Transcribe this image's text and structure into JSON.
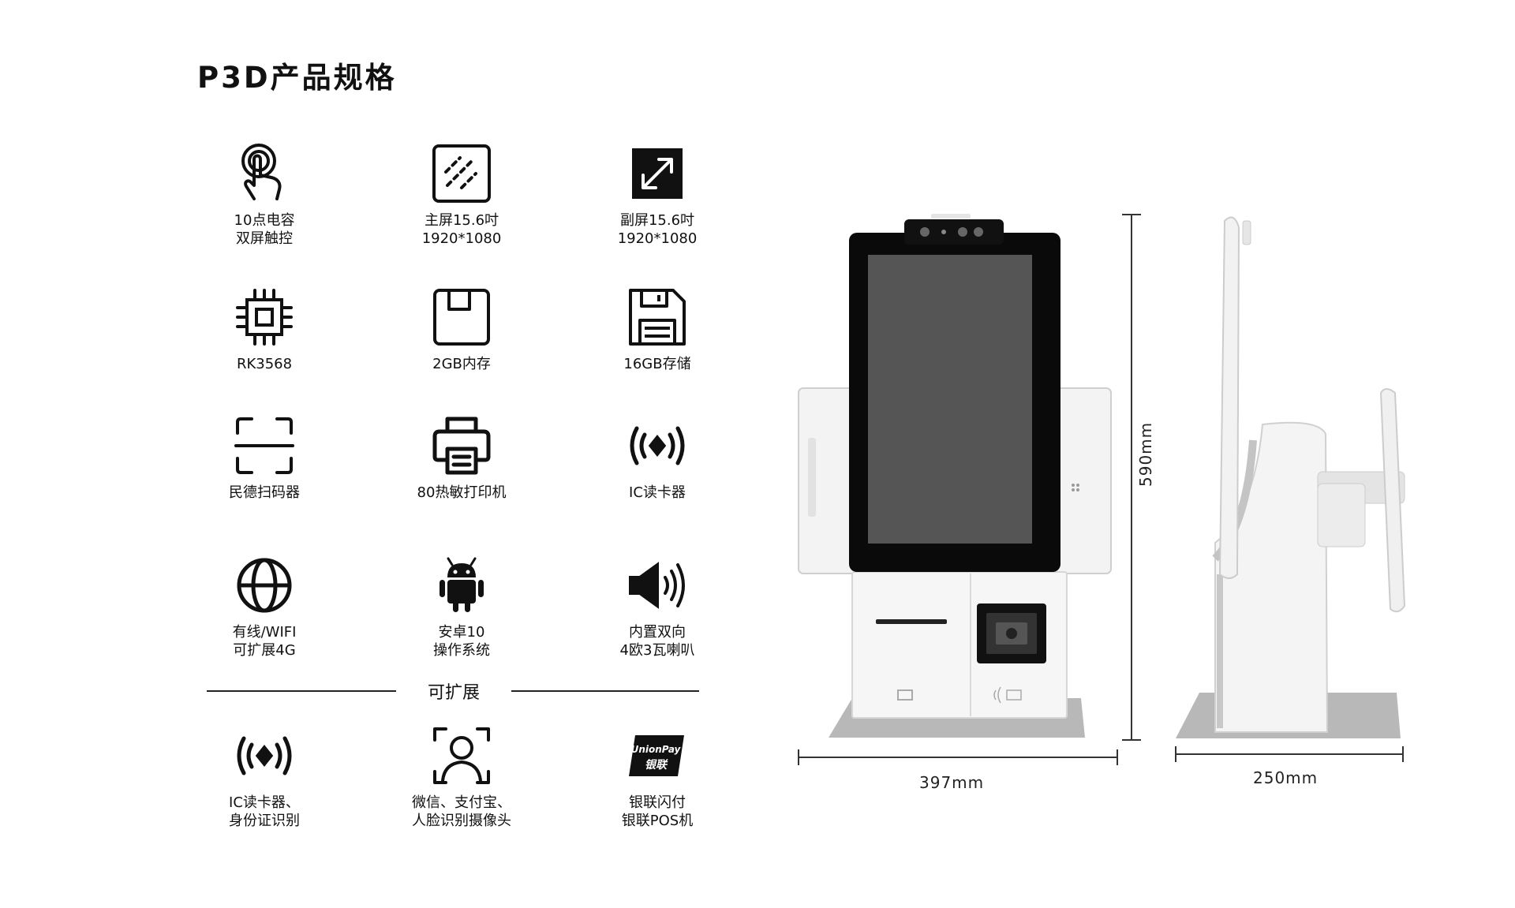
{
  "title": "P3D产品规格",
  "specs": [
    {
      "icon": "touch-icon",
      "label": "10点电容\n双屏触控"
    },
    {
      "icon": "screen-pattern-icon",
      "label": "主屏15.6吋\n1920*1080"
    },
    {
      "icon": "resize-arrow-icon",
      "label": "副屏15.6吋\n1920*1080"
    },
    {
      "icon": "cpu-chip-icon",
      "label": "RK3568"
    },
    {
      "icon": "memory-save-icon",
      "label": "2GB内存"
    },
    {
      "icon": "storage-floppy-icon",
      "label": "16GB存储"
    },
    {
      "icon": "scan-frame-icon",
      "label": "民德扫码器"
    },
    {
      "icon": "printer-icon",
      "label": "80热敏打印机"
    },
    {
      "icon": "nfc-reader-icon",
      "label": "IC读卡器"
    },
    {
      "icon": "globe-network-icon",
      "label": "有线/WIFI\n可扩展4G"
    },
    {
      "icon": "android-icon",
      "label": "安卓10\n操作系统"
    },
    {
      "icon": "speaker-icon",
      "label": "内置双向\n4欧3瓦喇叭"
    }
  ],
  "expandable": {
    "label": "可扩展",
    "items": [
      {
        "icon": "nfc-reader-icon",
        "label": "IC读卡器、\n身份证识别"
      },
      {
        "icon": "face-scan-icon",
        "label": "微信、支付宝、\n人脸识别摄像头"
      },
      {
        "icon": "unionpay-logo-icon",
        "label": "银联闪付\n银联POS机",
        "logo_text_1": "UnionPay",
        "logo_text_2": "银联"
      }
    ]
  },
  "dimensions": {
    "height": "590mm",
    "width": "397mm",
    "depth": "250mm"
  },
  "colors": {
    "text": "#111111",
    "screen": "#555555",
    "bezel": "#0a0a0a",
    "body": "#f2f2f2",
    "base": "#b5b5b5"
  }
}
